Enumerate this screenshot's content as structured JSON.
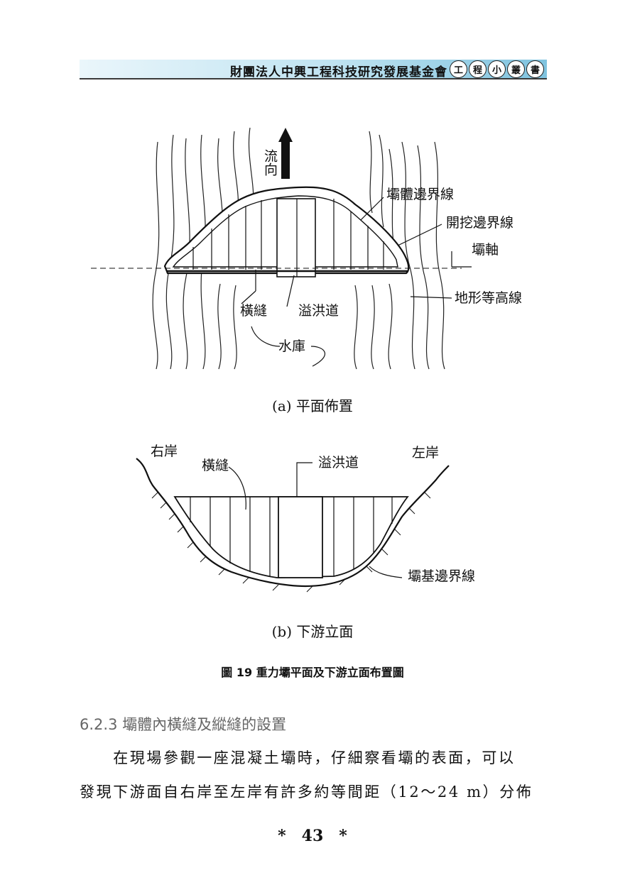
{
  "header": {
    "org": "財團法人中興工程科技研究發展基金會",
    "series": [
      "工",
      "程",
      "小",
      "叢",
      "書"
    ]
  },
  "figure_a": {
    "labels": {
      "flow_direction": "流向",
      "dam_boundary": "壩體邊界線",
      "excavation_boundary": "開挖邊界線",
      "dam_axis": "壩軸",
      "contour": "地形等高線",
      "transverse_joint": "橫縫",
      "spillway": "溢洪道",
      "reservoir": "水庫"
    },
    "caption": "(a) 平面佈置"
  },
  "figure_b": {
    "labels": {
      "right_bank": "右岸",
      "left_bank": "左岸",
      "transverse_joint": "橫縫",
      "spillway": "溢洪道",
      "foundation_boundary": "壩基邊界線"
    },
    "caption": "(b) 下游立面"
  },
  "figure_title": "圖 19 重力壩平面及下游立面布置圖",
  "section_heading": "6.2.3 壩體內橫縫及縱縫的設置",
  "paragraph": {
    "line1": "　　在現場參觀一座混凝土壩時，仔細察看壩的表面，可以",
    "line2": "發現下游面自右岸至左岸有許多約等間距（12～24 m）分佈"
  },
  "page_number": "*　43　*"
}
